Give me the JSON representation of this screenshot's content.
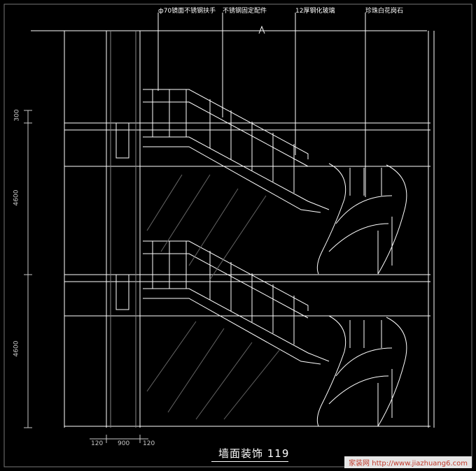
{
  "labels": {
    "handrail": "ф70镜面不锈钢扶手",
    "fitting": "不锈钢固定配件",
    "glass": "12厚钢化玻璃",
    "granite": "珍珠白花岗石"
  },
  "dimensions": {
    "h_top": "300",
    "h_upper": "4600",
    "h_lower": "4600",
    "w_left": "120",
    "w_mid": "900",
    "w_right": "120"
  },
  "title": "墙面装饰 119",
  "watermark": "家装网 http://www.jiazhuang6.com",
  "colors": {
    "background": "#000000",
    "line": "#ffffff",
    "dim_text": "#c8c8c8",
    "watermark_text": "#c0392b"
  }
}
